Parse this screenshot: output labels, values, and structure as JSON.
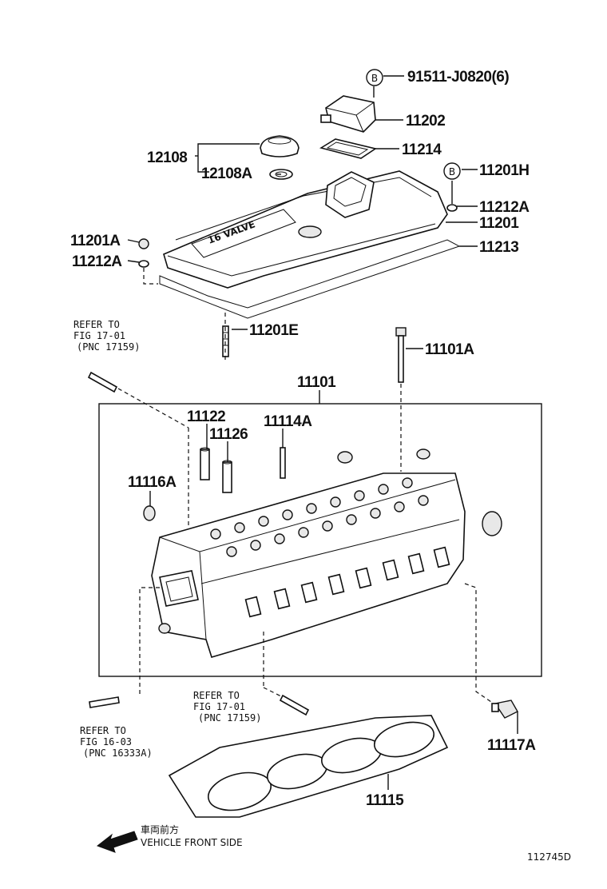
{
  "callouts": {
    "c_91511": "91511-J0820(6)",
    "c_11202": "11202",
    "c_11214": "11214",
    "c_12108": "12108",
    "c_12108A": "12108A",
    "c_11201H": "11201H",
    "c_11212A_r": "11212A",
    "c_11201": "11201",
    "c_11201A": "11201A",
    "c_11212A_l": "11212A",
    "c_11213": "11213",
    "c_11201E": "11201E",
    "c_11101A": "11101A",
    "c_11101": "11101",
    "c_11122": "11122",
    "c_11126": "11126",
    "c_11114A": "11114A",
    "c_11116A": "11116A",
    "c_11117A": "11117A",
    "c_11115": "11115"
  },
  "badges": {
    "b1": "B",
    "b2": "B"
  },
  "cover_text": "16 VALVE",
  "refs": {
    "r1": {
      "l1": "REFER TO",
      "l2": "FIG 17-01",
      "l3": "(PNC 17159)"
    },
    "r2": {
      "l1": "REFER TO",
      "l2": "FIG 17-01",
      "l3": "(PNC 17159)"
    },
    "r3": {
      "l1": "REFER TO",
      "l2": "FIG 16-03",
      "l3": "(PNC 16333A)"
    }
  },
  "front": {
    "jp": "車両前方",
    "en": "VEHICLE FRONT SIDE"
  },
  "diagram_id": "112745D"
}
